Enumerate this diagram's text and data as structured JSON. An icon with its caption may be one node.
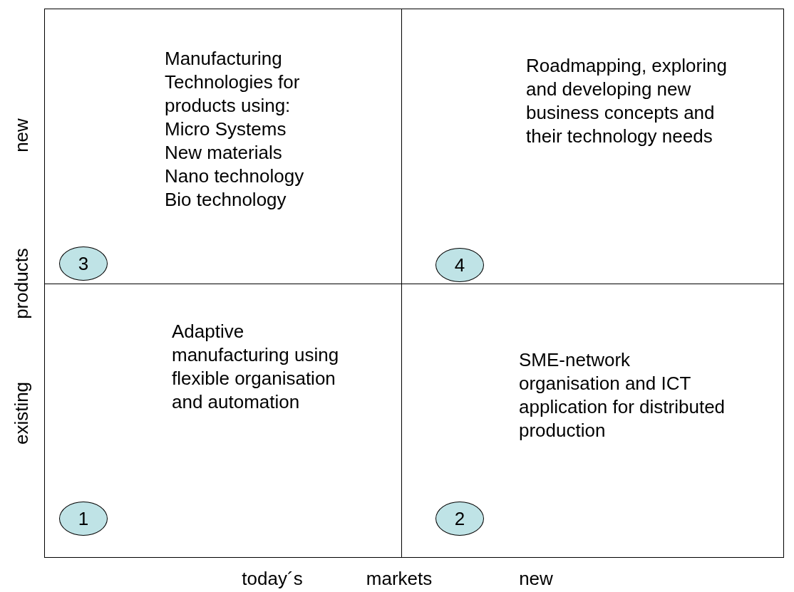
{
  "diagram": {
    "nodes": [
      {
        "text": [
          "Manufacturing Technologies for products using:",
          "Micro Systems",
          "New materials",
          "Nano technology",
          "Bio technology"
        ]
      },
      {
        "text": [
          "3"
        ],
        "in": 0
      },
      {
        "text": [
          "Roadmapping, exploring and developing new business concepts and their technology needs"
        ]
      },
      {
        "text": [
          "4"
        ],
        "in": 2
      },
      {
        "text": [
          "Adaptive manufacturing using flexible organisation and automation"
        ]
      },
      {
        "text": [
          "1"
        ],
        "in": 4
      },
      {
        "text": [
          "SME-network organisation and ICT application for distributed production"
        ]
      },
      {
        "text": [
          "2"
        ],
        "in": 6
      }
    ],
    "edges": [],
    "labels": [
      "new",
      "products",
      "existing",
      "today´s",
      "markets",
      "new"
    ]
  }
}
